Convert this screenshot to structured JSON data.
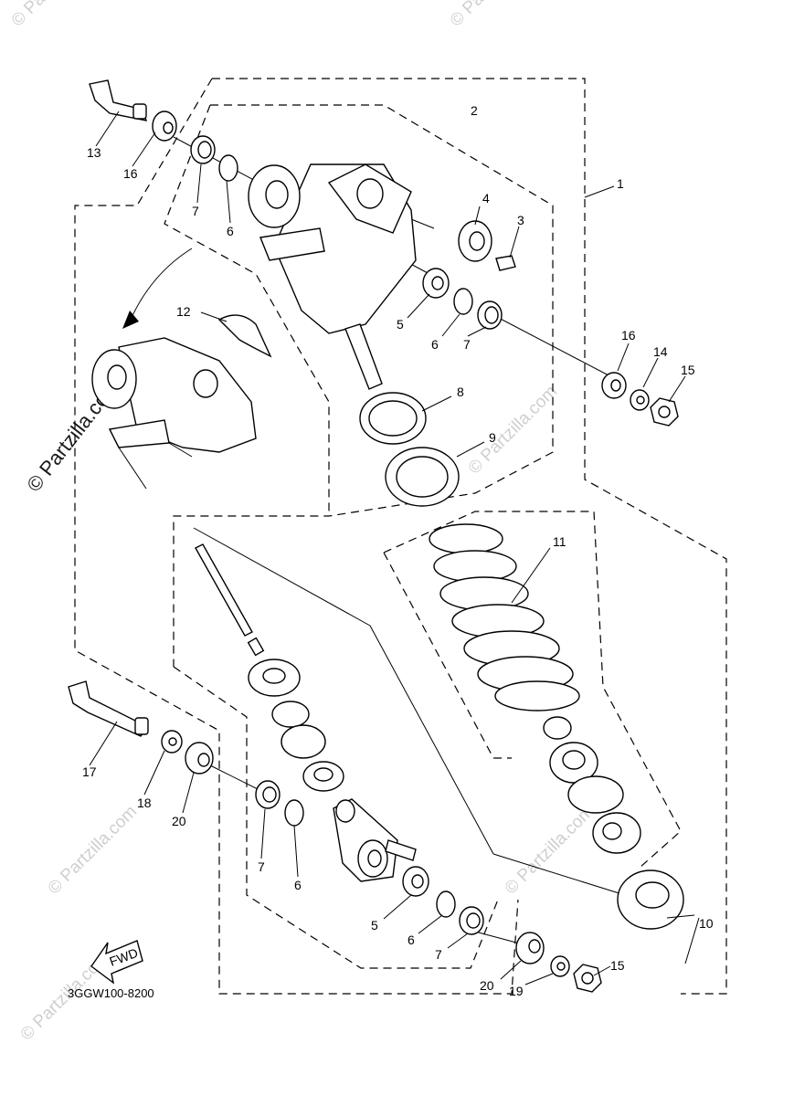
{
  "diagram": {
    "code": "3GGW100-8200",
    "fwd_label": "FWD",
    "watermark": "© Partzilla.com",
    "callouts": [
      {
        "id": "c13",
        "text": "13"
      },
      {
        "id": "c16a",
        "text": "16"
      },
      {
        "id": "c7a",
        "text": "7"
      },
      {
        "id": "c6a",
        "text": "6"
      },
      {
        "id": "c2",
        "text": "2"
      },
      {
        "id": "c4",
        "text": "4"
      },
      {
        "id": "c3",
        "text": "3"
      },
      {
        "id": "c1",
        "text": "1"
      },
      {
        "id": "c12",
        "text": "12"
      },
      {
        "id": "c5a",
        "text": "5"
      },
      {
        "id": "c6b",
        "text": "6"
      },
      {
        "id": "c7b",
        "text": "7"
      },
      {
        "id": "c16b",
        "text": "16"
      },
      {
        "id": "c14",
        "text": "14"
      },
      {
        "id": "c15a",
        "text": "15"
      },
      {
        "id": "c8",
        "text": "8"
      },
      {
        "id": "c9",
        "text": "9"
      },
      {
        "id": "c11",
        "text": "11"
      },
      {
        "id": "c17",
        "text": "17"
      },
      {
        "id": "c18",
        "text": "18"
      },
      {
        "id": "c20a",
        "text": "20"
      },
      {
        "id": "c7c",
        "text": "7"
      },
      {
        "id": "c6c",
        "text": "6"
      },
      {
        "id": "c5b",
        "text": "5"
      },
      {
        "id": "c6d",
        "text": "6"
      },
      {
        "id": "c7d",
        "text": "7"
      },
      {
        "id": "c10",
        "text": "10"
      },
      {
        "id": "c20b",
        "text": "20"
      },
      {
        "id": "c19",
        "text": "19"
      },
      {
        "id": "c15b",
        "text": "15"
      }
    ]
  }
}
